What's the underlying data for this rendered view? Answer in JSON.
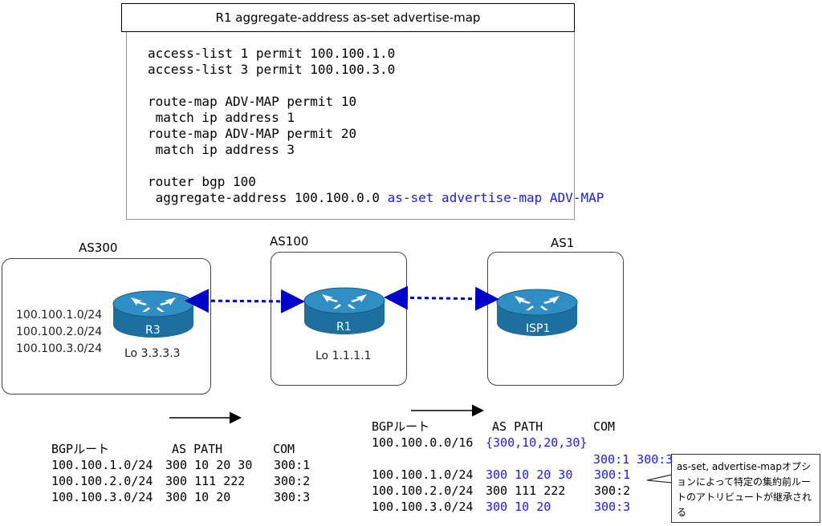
{
  "config": {
    "title": "R1 aggregate-address as-set advertise-map",
    "lines": [
      "access-list 1 permit 100.100.1.0",
      "access-list 3 permit 100.100.3.0",
      "",
      "route-map ADV-MAP permit 10",
      " match ip address 1",
      "route-map ADV-MAP permit 20",
      " match ip address 3",
      "",
      "router bgp 100"
    ],
    "last_line_prefix": " aggregate-address 100.100.0.0 ",
    "last_line_highlight": "as-set advertise-map ADV-MAP"
  },
  "topology": {
    "as300": {
      "label": "AS300",
      "router": "R3",
      "loopback": "Lo 3.3.3.3",
      "networks": [
        "100.100.1.0/24",
        "100.100.2.0/24",
        "100.100.3.0/24"
      ]
    },
    "as100": {
      "label": "AS100",
      "router": "R1",
      "loopback": "Lo 1.1.1.1"
    },
    "as1": {
      "label": "AS1",
      "router": "ISP1"
    }
  },
  "table_r3": {
    "headers": {
      "route": "BGPルート",
      "as_path": "AS PATH",
      "com": "COM"
    },
    "rows": [
      {
        "route": "100.100.1.0/24",
        "as_path": "300 10 20 30",
        "com": "300:1"
      },
      {
        "route": "100.100.2.0/24",
        "as_path": "300 111 222",
        "com": "300:2"
      },
      {
        "route": "100.100.3.0/24",
        "as_path": "300 10 20",
        "com": "300:3"
      }
    ]
  },
  "table_r1": {
    "headers": {
      "route": "BGPルート",
      "as_path": "AS PATH",
      "com": "COM"
    },
    "aggregate": {
      "route": "100.100.0.0/16",
      "as_path": "{300,10,20,30}",
      "com": "300:1 300:3"
    },
    "rows": [
      {
        "route": "100.100.1.0/24",
        "as_path": "300 10 20 30",
        "com": "300:1"
      },
      {
        "route": "100.100.2.0/24",
        "as_path": "300 111 222",
        "com": "300:2"
      },
      {
        "route": "100.100.3.0/24",
        "as_path": "300 10 20",
        "com": "300:3"
      }
    ]
  },
  "callout": {
    "text": "as-set, advertise-mapオプションによって特定の集約前ルートのアトリビュートが継承される"
  },
  "colors": {
    "router_top": "#2f8fc4",
    "router_side": "#1c6f9e",
    "highlight": "#1a1aff",
    "link": "#0000cc"
  }
}
